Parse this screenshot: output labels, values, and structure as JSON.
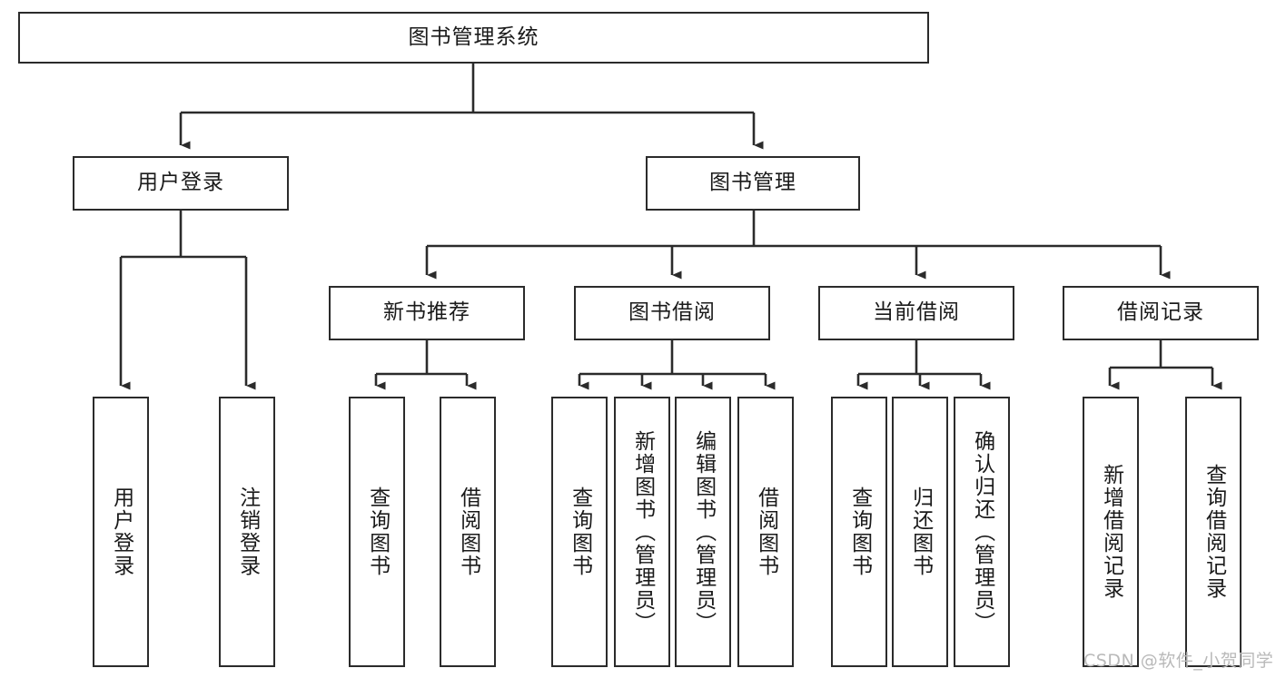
{
  "diagram": {
    "title": "图书管理系统",
    "watermark": "CSDN @软件_小贺同学",
    "root": {
      "label": "图书管理系统"
    },
    "level2": [
      {
        "label": "用户登录"
      },
      {
        "label": "图书管理"
      }
    ],
    "level3": [
      {
        "label": "新书推荐"
      },
      {
        "label": "图书借阅"
      },
      {
        "label": "当前借阅"
      },
      {
        "label": "借阅记录"
      }
    ],
    "leaves": {
      "user_login": [
        {
          "label": "用户登录"
        },
        {
          "label": "注销登录"
        }
      ],
      "new_book": [
        {
          "label": "查询图书"
        },
        {
          "label": "借阅图书"
        }
      ],
      "book_borrow": [
        {
          "label": "查询图书"
        },
        {
          "label": "新增图书（管理员）"
        },
        {
          "label": "编辑图书（管理员）"
        },
        {
          "label": "借阅图书"
        }
      ],
      "current_borrow": [
        {
          "label": "查询图书"
        },
        {
          "label": "归还图书"
        },
        {
          "label": "确认归还（管理员）"
        }
      ],
      "borrow_record": [
        {
          "label": "新增借阅记录"
        },
        {
          "label": "查询借阅记录"
        }
      ]
    }
  },
  "colors": {
    "stroke": "#2b2b2b",
    "background": "#ffffff",
    "text": "#1a1a1a",
    "watermark": "#b9b9b9"
  }
}
